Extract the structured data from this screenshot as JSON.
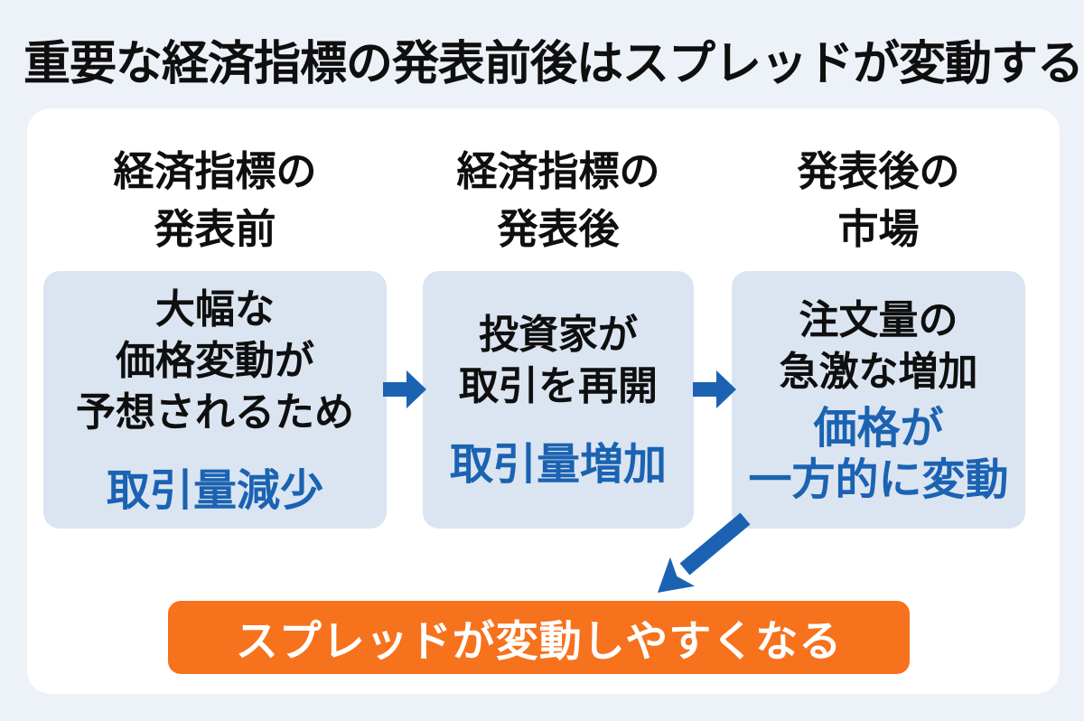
{
  "title": "重要な経済指標の発表前後はスプレッドが変動する",
  "colors": {
    "page-bg": "#edf1f8",
    "panel-bg": "#ffffff",
    "box-bg": "#dbe5f1",
    "accent-blue": "#1b63b2",
    "accent-orange": "#f7721d",
    "text-black": "#0f0f0f",
    "text-white": "#ffffff"
  },
  "columns": [
    {
      "header_lines": [
        "経済指標の",
        "発表前"
      ],
      "body_lines": [
        "大幅な",
        "価格変動が",
        "予想されるため"
      ],
      "highlight_lines": [
        "取引量減少"
      ]
    },
    {
      "header_lines": [
        "経済指標の",
        "発表後"
      ],
      "body_lines": [
        "投資家が",
        "取引を再開"
      ],
      "highlight_lines": [
        "取引量増加"
      ]
    },
    {
      "header_lines": [
        "発表後の",
        "市場"
      ],
      "body_lines": [
        "注文量の",
        "急激な増加"
      ],
      "highlight_lines": [
        "価格が",
        "一方的に変動"
      ]
    }
  ],
  "icons": {
    "right_arrow_1": "right-arrow-icon",
    "right_arrow_2": "right-arrow-icon",
    "diagonal_arrow": "down-left-arrow-icon"
  },
  "conclusion": "スプレッドが変動しやすくなる"
}
